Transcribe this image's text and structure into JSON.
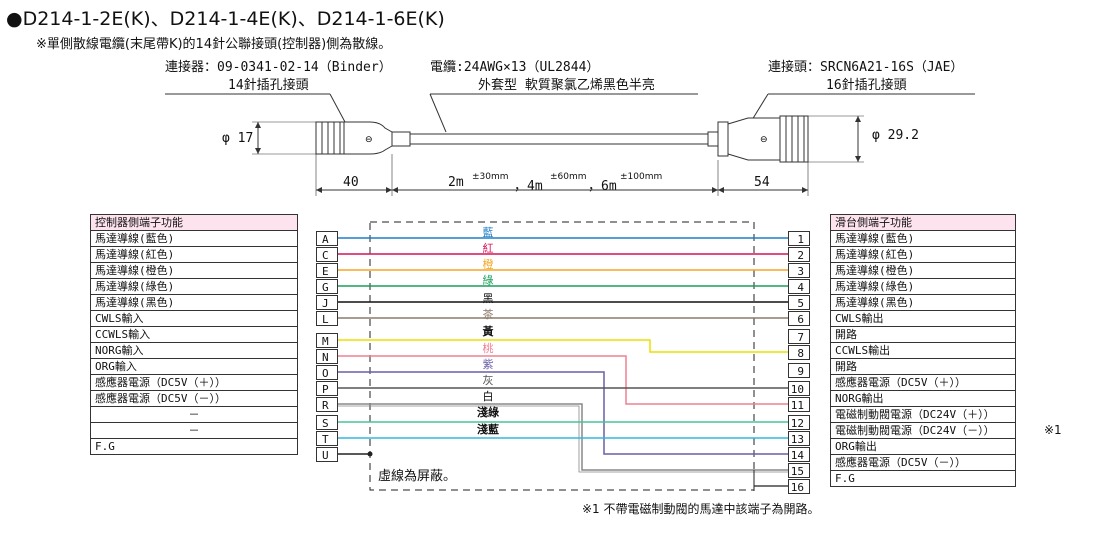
{
  "title": "●D214-1-2E(K)、D214-1-4E(K)、D214-1-6E(K)",
  "note": "※單側散線電纜(末尾帶K)的14針公聯接頭(控制器)側為散線。",
  "cable": {
    "left_connector_label": "連接器：09-0341-02-14（Binder）",
    "left_connector_sub": "14針插孔接頭",
    "cable_label": "電纜:24AWG×13（UL2844）",
    "cable_sub": "外套型 軟質聚氯乙烯黑色半亮",
    "right_connector_label": "連接頭：SRCN6A21-16S（JAE）",
    "right_connector_sub": "16針插孔接頭",
    "left_dia": "φ 17",
    "right_dia": "φ 29.2",
    "left_len": "40",
    "right_len": "54",
    "cable_len_1": "2m",
    "tol_1": "±30mm",
    "cable_len_2": "，4m",
    "tol_2": "±60mm",
    "cable_len_3": "，6m",
    "tol_3": "±100mm"
  },
  "left_table": {
    "header": "控制器側端子功能",
    "rows": [
      "馬達導線(藍色)",
      "馬達導線(紅色)",
      "馬達導線(橙色)",
      "馬達導線(綠色)",
      "馬達導線(黑色)",
      "CWLS輸入",
      "CCWLS輸入",
      "NORG輸入",
      "ORG輸入",
      "感應器電源（DC5V（＋））",
      "感應器電源（DC5V（－））",
      "－",
      "－",
      "F.G"
    ]
  },
  "left_pins": [
    "A",
    "C",
    "E",
    "G",
    "J",
    "L",
    "M",
    "N",
    "O",
    "P",
    "R",
    "S",
    "T",
    "U"
  ],
  "right_table": {
    "header": "滑台側端子功能",
    "rows": [
      "馬達導線(藍色)",
      "馬達導線(紅色)",
      "馬達導線(橙色)",
      "馬達導線(綠色)",
      "馬達導線(黑色)",
      "CWLS輸出",
      "開路",
      "CCWLS輸出",
      "開路",
      "感應器電源（DC5V（＋））",
      "NORG輸出",
      "電磁制動閥電源（DC24V（＋））",
      "電磁制動閥電源（DC24V（－））",
      "ORG輸出",
      "感應器電源（DC5V（－））",
      "F.G"
    ]
  },
  "right_pins": [
    "1",
    "2",
    "3",
    "4",
    "5",
    "6",
    "7",
    "8",
    "9",
    "10",
    "11",
    "12",
    "13",
    "14",
    "15",
    "16"
  ],
  "wire_labels": [
    "藍",
    "紅",
    "橙",
    "綠",
    "黑",
    "茶",
    "黃",
    "桃",
    "紫",
    "灰",
    "白",
    "淺綠",
    "淺藍"
  ],
  "wire_colors": {
    "blue": "#1f7ec8",
    "red": "#d4145a",
    "orange": "#f5a623",
    "green": "#1a9e5a",
    "black": "#111111",
    "brown": "#8b7a6a",
    "yellow": "#e8e000",
    "pink": "#f08090",
    "purple": "#6a5fa8",
    "gray": "#555555",
    "white": "#888888",
    "lightgreen": "#49c39b",
    "lightblue": "#32b8e0"
  },
  "shield_note": "虛線為屏蔽。",
  "footnote_mark": "※1",
  "footnote": "※1 不帶電磁制動閥的馬達中該端子為開路。"
}
